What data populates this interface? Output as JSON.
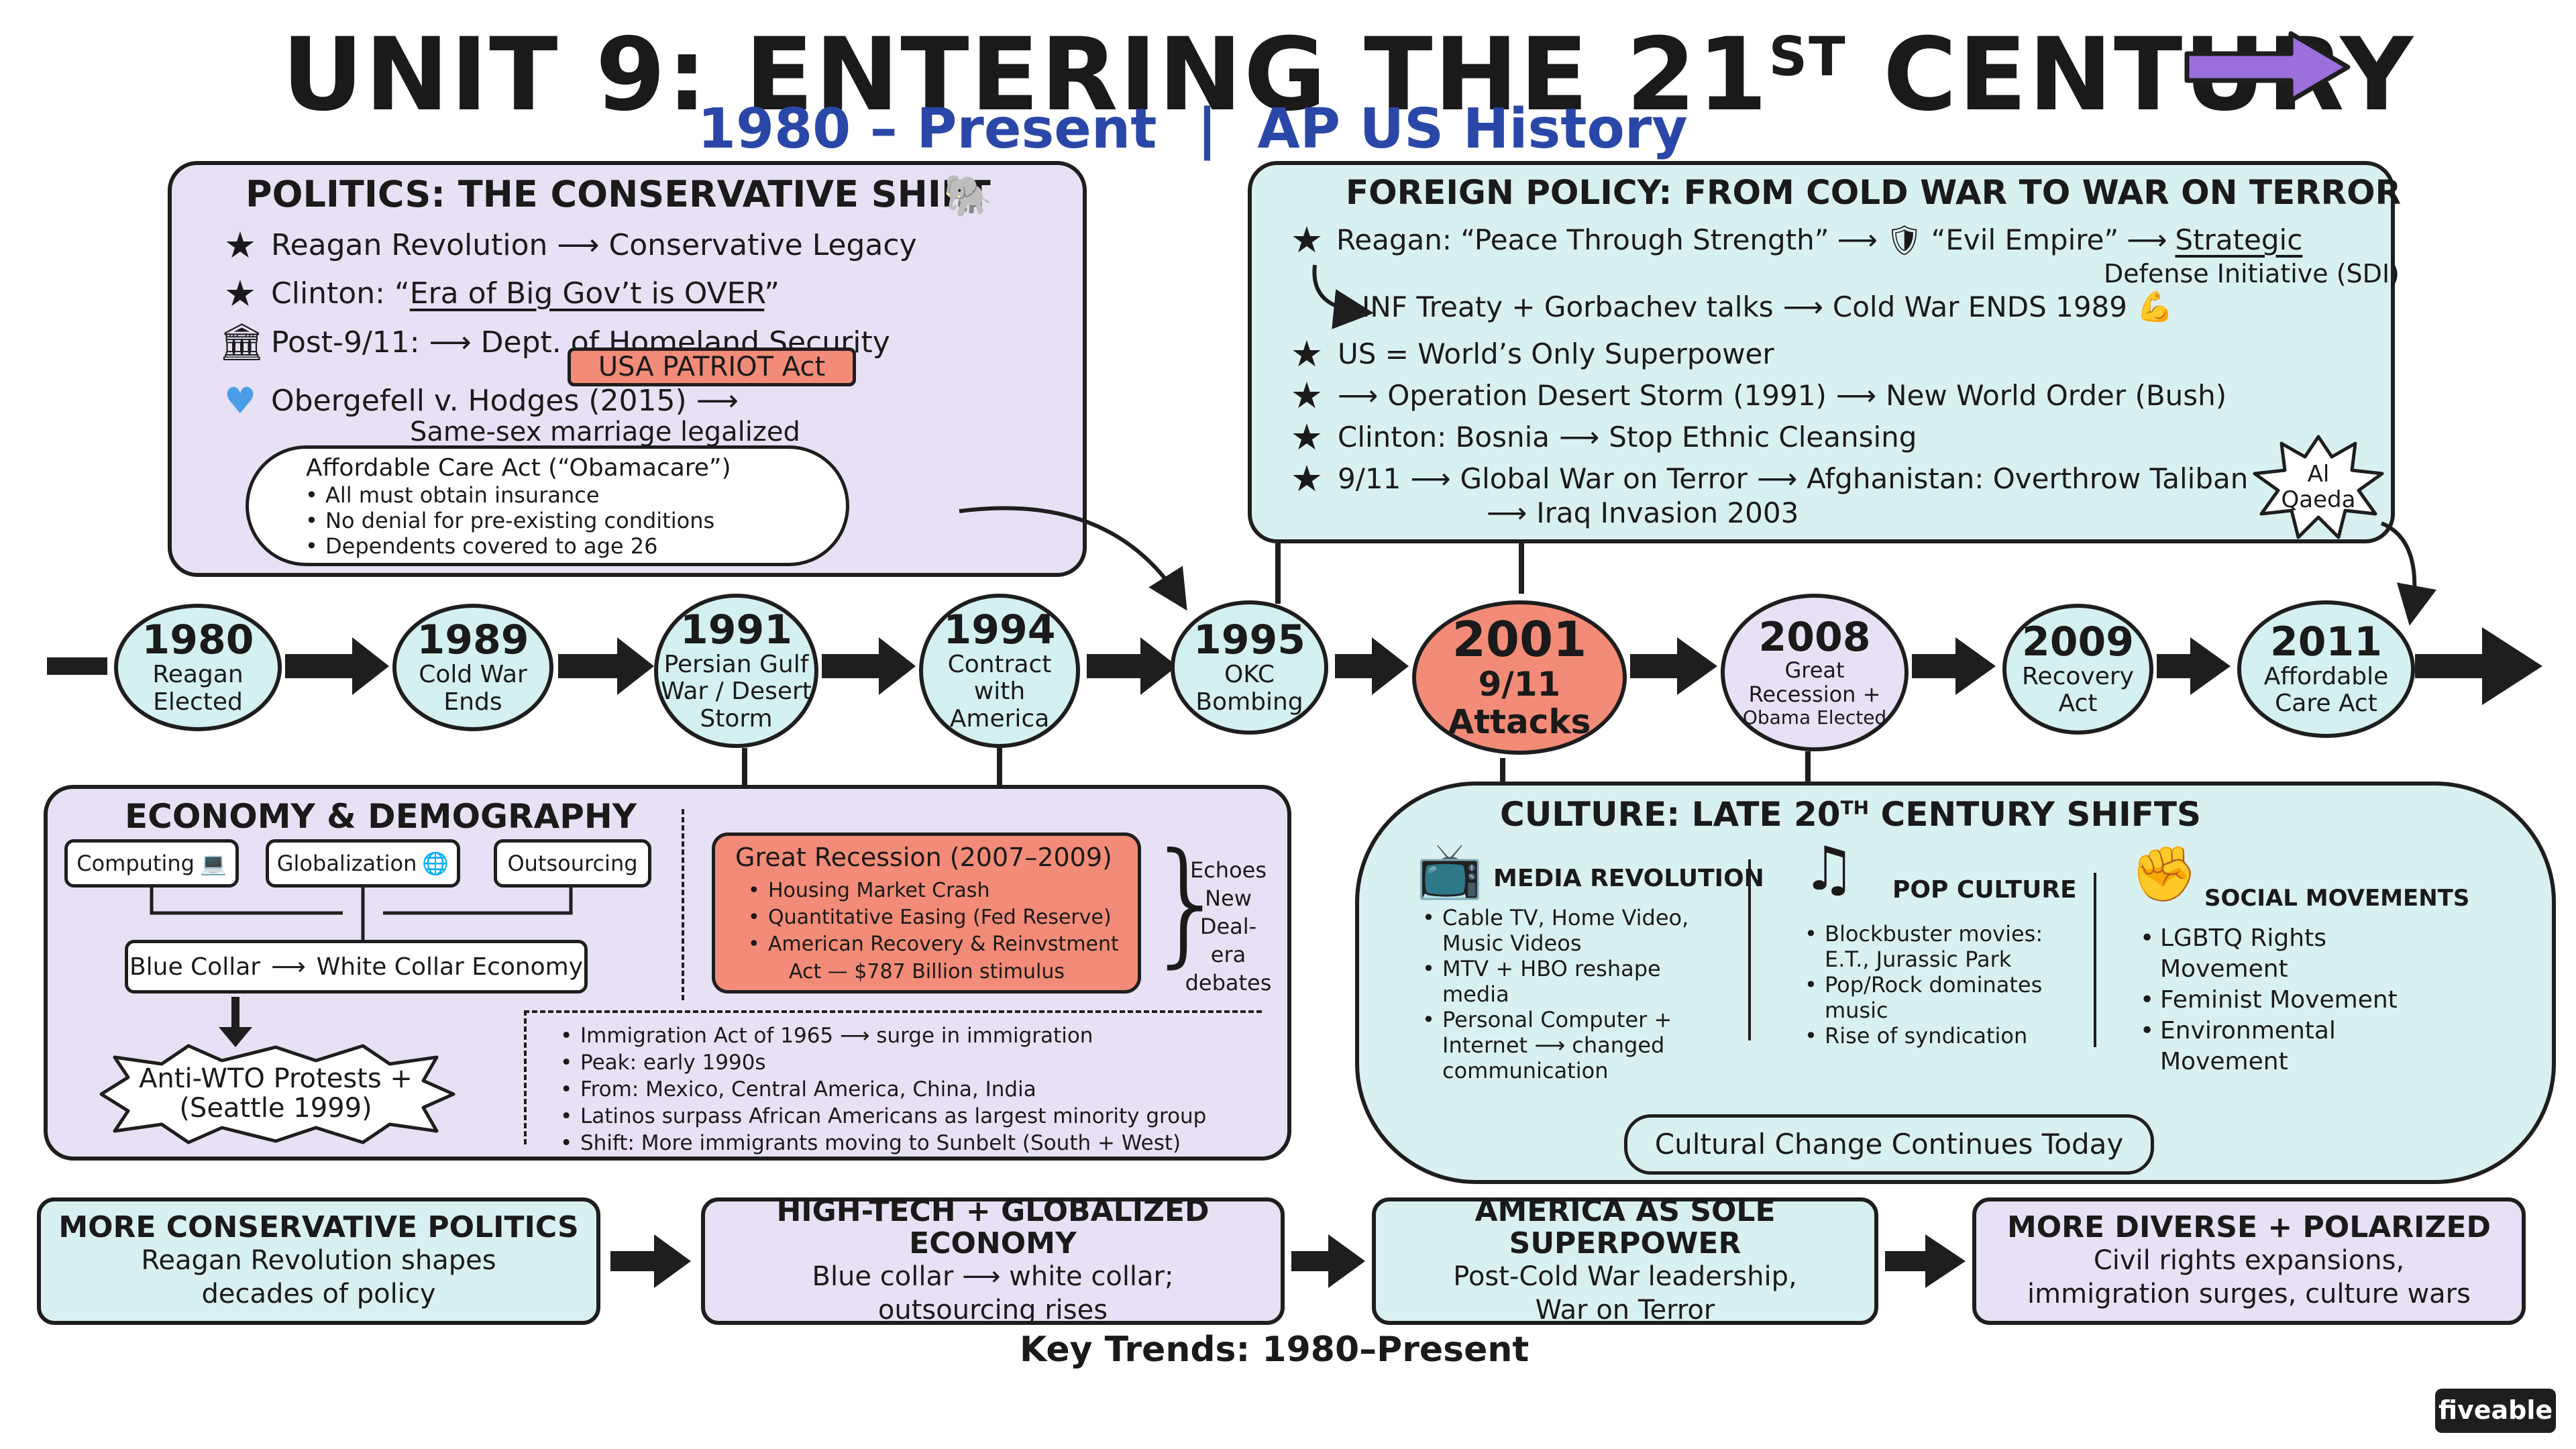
{
  "header": {
    "title": "UNIT 9: ENTERING THE 21",
    "title_sup": "ST",
    "title_end": " CENTURY",
    "subtitle_left": "1980 – Present",
    "subtitle_sep": "|",
    "subtitle_right": "AP US History"
  },
  "politics": {
    "heading": "POLITICS: THE CONSERVATIVE SHIFT",
    "reagan": "Reagan Revolution",
    "reagan_result": "Conservative Legacy",
    "clinton_label": "Clinton:",
    "clinton_quote_open": "“",
    "clinton_quote": "Era of Big Gov’t is OVER",
    "clinton_quote_close": "”",
    "post911_label": "Post-9/11:",
    "post911_result": "Dept. of Homeland Security",
    "patriot": "USA PATRIOT Act",
    "obergefell": "Obergefell v. Hodges (2015)",
    "obergefell_result": "Same-sex marriage legalized",
    "aca_title": "Affordable Care Act (“Obamacare”)",
    "aca_items": [
      "All must obtain insurance",
      "No denial for pre-existing conditions",
      "Dependents covered to age 26"
    ]
  },
  "foreign": {
    "heading": "FOREIGN POLICY: FROM COLD WAR TO WAR ON TERROR",
    "reagan_line": "Reagan: “Peace Through Strength”",
    "evil_empire": "“Evil Empire”",
    "sdi_top": "Strategic",
    "sdi_bottom": "Defense Initiative (SDI)",
    "inf": "INF Treaty + Gorbachev talks",
    "cold_war_ends": "Cold War ENDS 1989",
    "superpower": "US = World’s Only Superpower",
    "desert_storm": "Operation Desert Storm (1991)",
    "new_world_order": "New World Order (Bush)",
    "bosnia": "Clinton: Bosnia",
    "ethnic": "Stop Ethnic Cleansing",
    "nine_eleven": "9/11",
    "war_on_terror": "Global War on Terror",
    "afghanistan": "Afghanistan: Overthrow Taliban",
    "iraq": "Iraq Invasion 2003",
    "al_qaeda_1": "Al",
    "al_qaeda_2": "Qaeda"
  },
  "timeline": [
    {
      "year": "1980",
      "l1": "Reagan",
      "l2": "Elected",
      "l3": ""
    },
    {
      "year": "1989",
      "l1": "Cold War",
      "l2": "Ends",
      "l3": ""
    },
    {
      "year": "1991",
      "l1": "Persian Gulf",
      "l2": "War / Desert",
      "l3": "Storm"
    },
    {
      "year": "1994",
      "l1": "Contract",
      "l2": "with",
      "l3": "America"
    },
    {
      "year": "1995",
      "l1": "OKC",
      "l2": "Bombing",
      "l3": ""
    },
    {
      "year": "2001",
      "l1": "9/11",
      "l2": "Attacks",
      "l3": ""
    },
    {
      "year": "2008",
      "l1": "Great",
      "l2": "Recession +",
      "l3": "Obama Elected"
    },
    {
      "year": "2009",
      "l1": "Recovery",
      "l2": "Act",
      "l3": ""
    },
    {
      "year": "2011",
      "l1": "Affordable",
      "l2": "Care Act",
      "l3": ""
    }
  ],
  "economy": {
    "heading": "ECONOMY & DEMOGRAPHY",
    "tag_computing": "Computing",
    "tag_globalization": "Globalization",
    "tag_outsourcing": "Outsourcing",
    "blue_collar": "Blue Collar",
    "white_collar": "White Collar Economy",
    "wto_1": "Anti-WTO Protests +",
    "wto_2": "(Seattle 1999)",
    "recession_title": "Great Recession (2007–2009)",
    "recession_items": [
      "Housing Market Crash",
      "Quantitative Easing (Fed Reserve)",
      "American Recovery & Reinvstment"
    ],
    "recession_last": "Act — $787 Billion stimulus",
    "echoes": [
      "Echoes",
      "New Deal-",
      "era",
      "debates"
    ],
    "immigration_items": [
      "Immigration Act of 1965 ⟶ surge in immigration",
      "Peak: early 1990s",
      "From: Mexico, Central America, China, India",
      "Latinos surpass African Americans as largest minority group",
      "Shift: More immigrants moving to Sunbelt (South + West)"
    ]
  },
  "culture": {
    "heading": "CULTURE: LATE 20",
    "heading_sup": "TH",
    "heading_end": " CENTURY SHIFTS",
    "media_title": "MEDIA REVOLUTION",
    "media_items": [
      "Cable TV, Home Video, Music Videos",
      "MTV + HBO reshape media",
      "Personal Computer + Internet ⟶ changed communication"
    ],
    "pop_title": "POP CULTURE",
    "pop_items": [
      "Blockbuster movies: E.T., Jurassic Park",
      "Pop/Rock dominates music",
      "Rise of syndication"
    ],
    "social_title": "SOCIAL MOVEMENTS",
    "social_items": [
      "LGBTQ Rights Movement",
      "Feminist Movement",
      "Environmental Movement"
    ],
    "continues": "Cultural Change Continues Today"
  },
  "trends": [
    {
      "title": "MORE CONSERVATIVE POLITICS",
      "l1": "Reagan Revolution shapes",
      "l2": "decades of policy"
    },
    {
      "title": "HIGH-TECH + GLOBALIZED ECONOMY",
      "l1": "Blue collar ⟶ white collar;",
      "l2": "outsourcing rises"
    },
    {
      "title": "AMERICA AS SOLE SUPERPOWER",
      "l1": "Post-Cold War leadership,",
      "l2": "War on Terror"
    },
    {
      "title": "MORE DIVERSE + POLARIZED",
      "l1": "Civil rights expansions,",
      "l2": "immigration surges, culture wars"
    }
  ],
  "footer": {
    "key_trends": "Key Trends: 1980–Present",
    "brand": "fiveable"
  },
  "colors": {
    "lavender": "#e8e0f5",
    "teal": "#d9f0f0",
    "salmon": "#f28b77",
    "blue_text": "#2a47a8",
    "purple_arrow": "#9b6fdc"
  }
}
